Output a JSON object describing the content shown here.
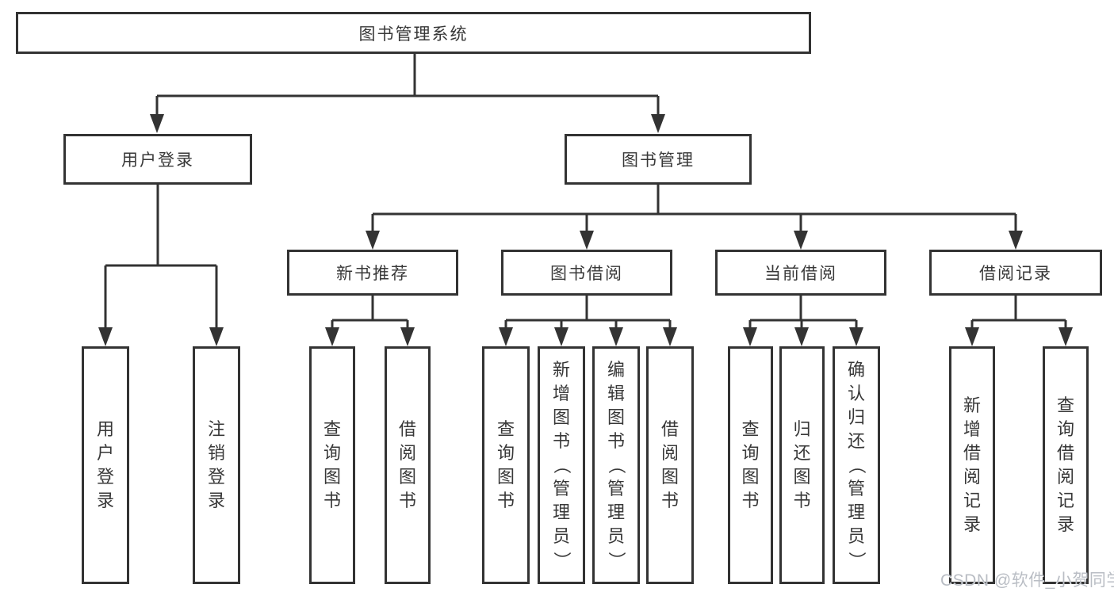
{
  "colors": {
    "line": "#333333",
    "box_border": "#333333",
    "text": "#383838",
    "background": "#ffffff",
    "watermark_text": "#b9bdc4"
  },
  "watermark": {
    "text": "CSDN @软件_小贺同学"
  },
  "tree": {
    "label": "图书管理系统",
    "children": [
      {
        "label": "用户登录",
        "children": [
          {
            "label": "用户登录"
          },
          {
            "label": "注销登录"
          }
        ]
      },
      {
        "label": "图书管理",
        "children": [
          {
            "label": "新书推荐",
            "children": [
              {
                "label": "查询图书"
              },
              {
                "label": "借阅图书"
              }
            ]
          },
          {
            "label": "图书借阅",
            "children": [
              {
                "label": "查询图书"
              },
              {
                "label": "新增图书（管理员）"
              },
              {
                "label": "编辑图书（管理员）"
              },
              {
                "label": "借阅图书"
              }
            ]
          },
          {
            "label": "当前借阅",
            "children": [
              {
                "label": "查询图书"
              },
              {
                "label": "归还图书"
              },
              {
                "label": "确认归还（管理员）"
              }
            ]
          },
          {
            "label": "借阅记录",
            "children": [
              {
                "label": "新增借阅记录"
              },
              {
                "label": "查询借阅记录"
              }
            ]
          }
        ]
      }
    ]
  }
}
